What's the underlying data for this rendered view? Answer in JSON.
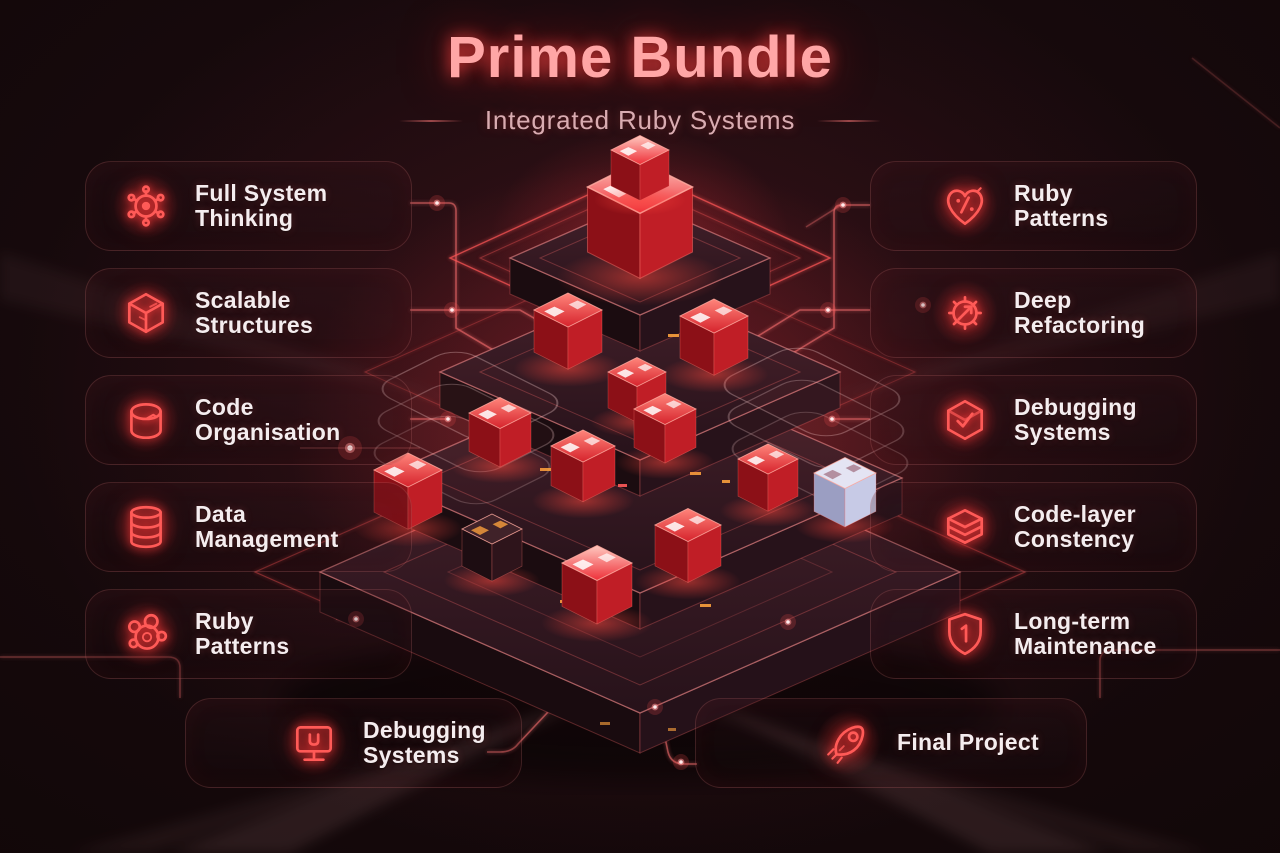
{
  "title": "Prime Bundle",
  "subtitle": "Integrated Ruby Systems",
  "colors": {
    "background": "#110708",
    "accent": "#ff4a4a",
    "title_text": "#ffa6a6",
    "subtitle_text": "#d9acb1",
    "label_text": "#f5edef",
    "neon_line": "#ff6e6e",
    "amber_detail": "#ffb347"
  },
  "features": {
    "left": [
      {
        "label": "Full System Thinking",
        "icon": "gear-network-icon"
      },
      {
        "label": "Scalable Structures",
        "icon": "iso-cube-icon"
      },
      {
        "label": "Code Organisation",
        "icon": "package-box-icon"
      },
      {
        "label": "Data Management",
        "icon": "database-icon"
      },
      {
        "label": "Ruby Patterns",
        "icon": "gem-cluster-icon"
      }
    ],
    "right": [
      {
        "label": "Ruby Patterns",
        "icon": "heart-code-icon"
      },
      {
        "label": "Deep Refactoring",
        "icon": "gear-wrench-icon"
      },
      {
        "label": "Debugging Systems",
        "icon": "cube-check-icon"
      },
      {
        "label": "Code-layer Constency",
        "icon": "layers-icon"
      },
      {
        "label": "Long-term Maintenance",
        "icon": "shield-icon"
      }
    ],
    "bottom": [
      {
        "label": "Debugging Systems",
        "icon": "monitor-bug-icon"
      },
      {
        "label": "Final Project",
        "icon": "rocket-icon"
      }
    ]
  },
  "illustration": {
    "type": "isometric-pyramid",
    "tiers": 4,
    "theme": "glowing red circuit modules"
  }
}
